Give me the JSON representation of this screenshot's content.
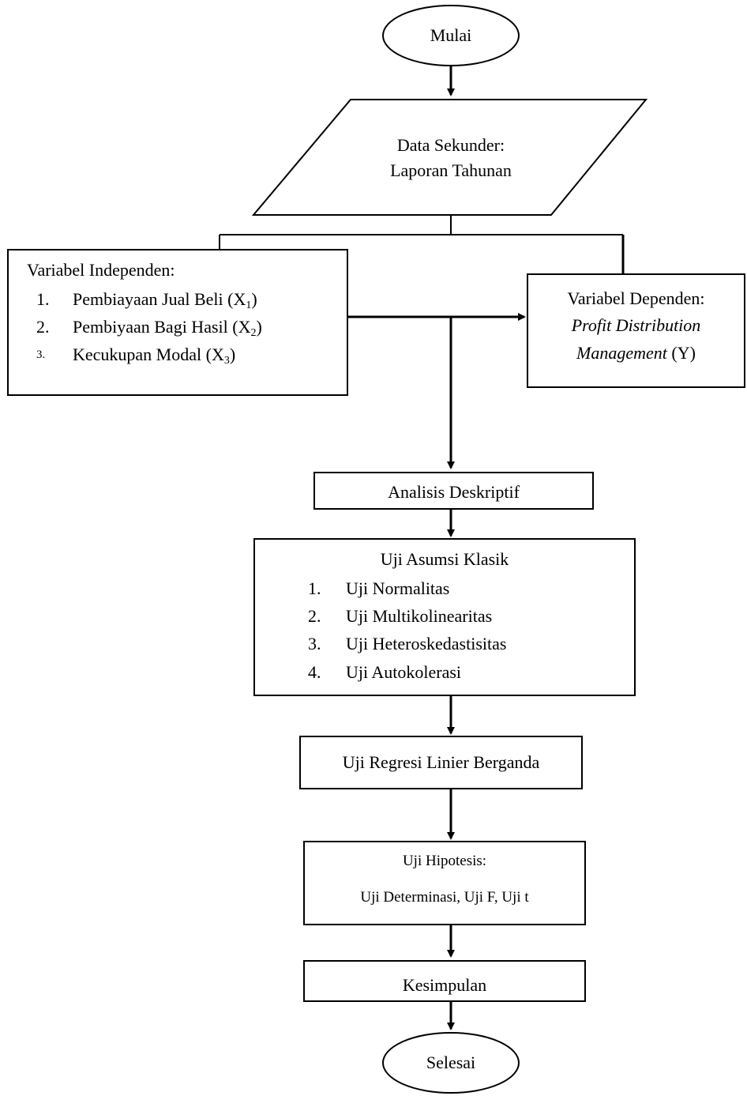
{
  "start": {
    "label": "Mulai"
  },
  "data_input": {
    "line1": "Data Sekunder:",
    "line2": "Laporan Tahunan"
  },
  "independent": {
    "title": "Variabel Independen:",
    "items": [
      {
        "num": "1.",
        "text": "Pembiayaan Jual Beli (X",
        "sub": "1",
        "close": ")"
      },
      {
        "num": "2.",
        "text": "Pembiyaan Bagi Hasil (X",
        "sub": "2",
        "close": ")"
      },
      {
        "num": "3.",
        "text": "Kecukupan Modal (X",
        "sub": "3",
        "close": ")"
      }
    ]
  },
  "dependent": {
    "line1": "Variabel Dependen:",
    "line2": "Profit Distribution",
    "line3_italic": "Management",
    "line3_rest": " (Y)"
  },
  "descriptive": {
    "label": "Analisis Deskriptif"
  },
  "classic": {
    "title": "Uji Asumsi Klasik",
    "items": [
      {
        "num": "1.",
        "text": "Uji Normalitas"
      },
      {
        "num": "2.",
        "text": "Uji Multikolinearitas"
      },
      {
        "num": "3.",
        "text": "Uji Heteroskedastisitas"
      },
      {
        "num": "4.",
        "text": "Uji Autokolerasi"
      }
    ]
  },
  "regression": {
    "label": "Uji Regresi Linier Berganda"
  },
  "hypothesis": {
    "line1": "Uji Hipotesis:",
    "line2": "Uji Determinasi, Uji F, Uji t"
  },
  "conclusion": {
    "label": "Kesimpulan"
  },
  "end": {
    "label": "Selesai"
  }
}
